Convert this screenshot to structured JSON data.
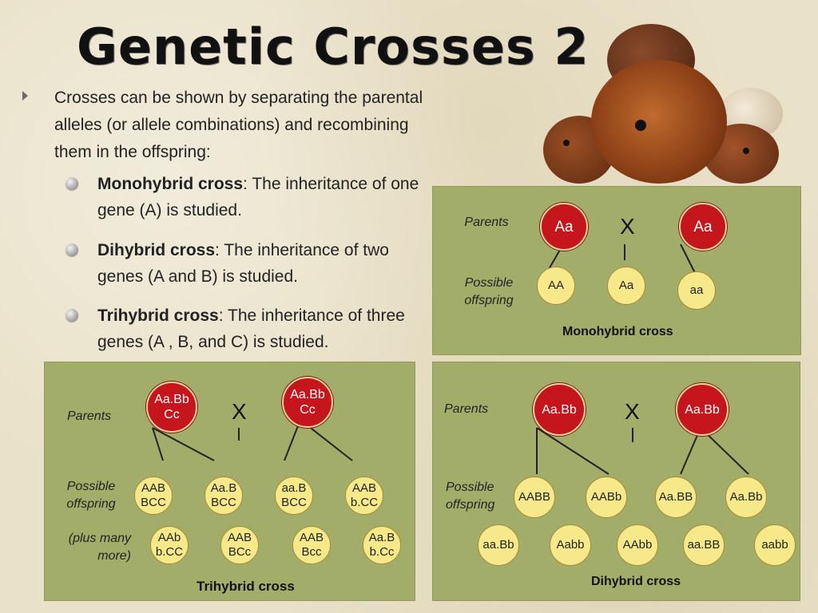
{
  "title": "Genetic Crosses 2",
  "intro": "Crosses can be shown by separating the parental alleles (or allele combinations) and recombining them in the offspring:",
  "bullets": [
    {
      "term": "Monohybrid cross",
      "rest": ": The inheritance of one gene (A) is studied."
    },
    {
      "term": "Dihybrid cross",
      "rest": ": The inheritance of two genes (A and B) is studied."
    },
    {
      "term": "Trihybrid cross",
      "rest": ": The inheritance of three genes (A , B, and C) is studied."
    }
  ],
  "mono": {
    "parents_label": "Parents",
    "offspring_label": "Possible offspring",
    "parent1": "Aa",
    "parent2": "Aa",
    "cross": "X",
    "offspring": [
      "AA",
      "Aa",
      "aa"
    ],
    "caption": "Monohybrid cross"
  },
  "tri": {
    "parents_label": "Parents",
    "offspring_label": "Possible offspring",
    "more_label": "(plus many more)",
    "parent1": "Aa.Bb Cc",
    "parent2": "Aa.Bb Cc",
    "cross": "X",
    "row1": [
      "AAB BCC",
      "Aa.B BCC",
      "aa.B BCC",
      "AAB b.CC"
    ],
    "row2": [
      "AAb b.CC",
      "AAB BCc",
      "AAB Bcc",
      "Aa.B b.Cc"
    ],
    "caption": "Trihybrid cross"
  },
  "di": {
    "parents_label": "Parents",
    "offspring_label": "Possible offspring",
    "parent1": "Aa.Bb",
    "parent2": "Aa.Bb",
    "cross": "X",
    "row1": [
      "AABB",
      "AABb",
      "Aa.BB",
      "Aa.Bb"
    ],
    "row2": [
      "aa.Bb",
      "Aabb",
      "AAbb",
      "aa.BB",
      "aabb"
    ],
    "caption": "Dihybrid cross"
  },
  "colors": {
    "panel": "#a3ad6a",
    "parent_circle": "#c4161c",
    "offspring_circle": "#f7e98a",
    "background": "#e9e1c8"
  }
}
